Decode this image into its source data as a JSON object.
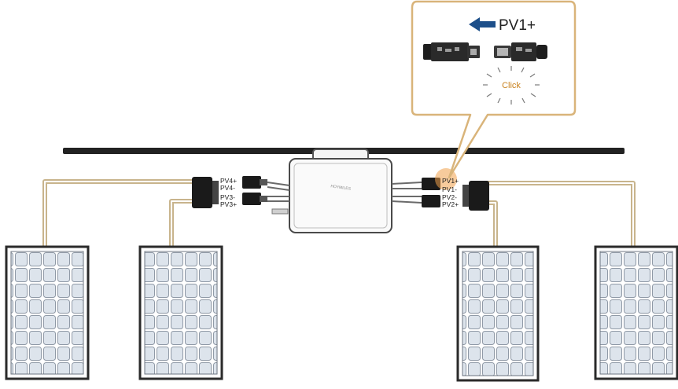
{
  "callout": {
    "label": "PV1+",
    "action": "Click",
    "arrow_icon": "left-arrow-icon"
  },
  "inverter": {
    "brand": "HOYMILES"
  },
  "left_ports": [
    "PV4+",
    "PV4-",
    "PV3-",
    "PV3+"
  ],
  "right_ports": [
    "PV1+",
    "PV1-",
    "PV2-",
    "PV2+"
  ],
  "colors": {
    "cable": "#c8b48c",
    "callout_border": "#d9b47a",
    "arrow": "#1d4f8a",
    "click_text": "#c9821f",
    "panel_cell": "#dde4ec",
    "rail": "#222222",
    "connector": "#1a1a1a"
  }
}
